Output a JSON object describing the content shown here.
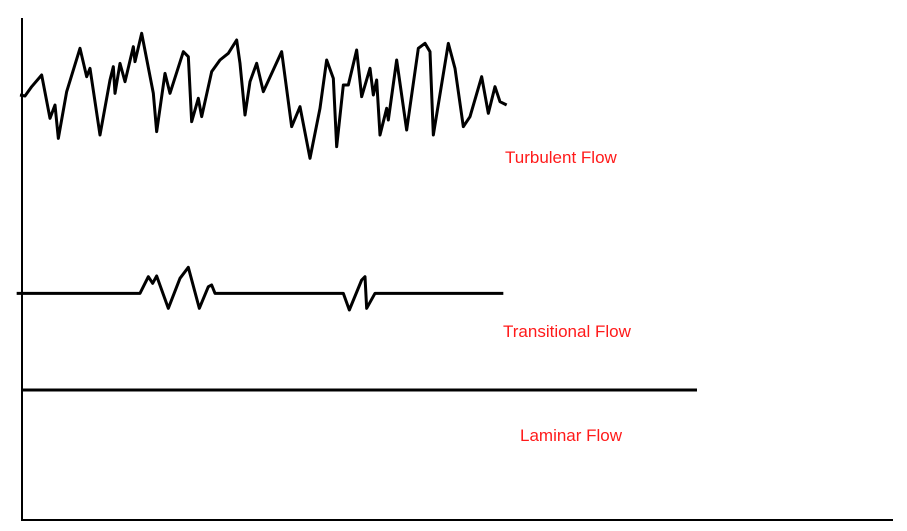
{
  "labels": {
    "turbulent": "Turbulent Flow",
    "transitional": "Transitional Flow",
    "laminar": "Laminar Flow"
  },
  "colors": {
    "label": "#ff1a1a",
    "trace": "#000000"
  }
}
